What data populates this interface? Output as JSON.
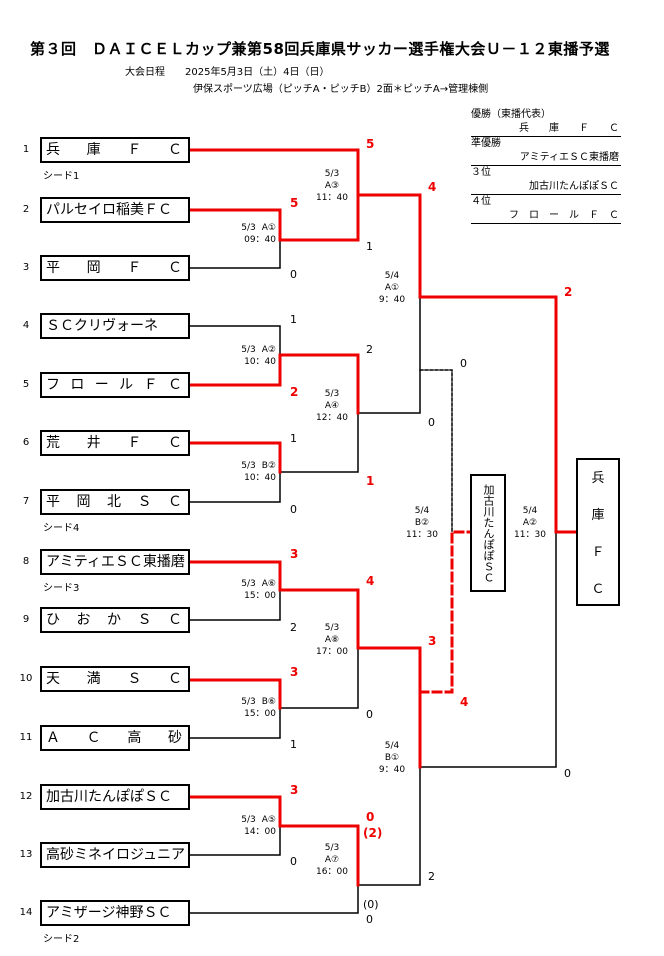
{
  "title": "第３回　ＤＡＩＣＥＬカップ兼第58回兵庫県サッカー選手権大会Ｕ－１２東播予選",
  "schedule": {
    "dates": "大会日程　　2025年5月3日（土）4日（日）",
    "venue": "伊保スポーツ広場（ピッチA・ピッチB）2面＊ピッチA→管理棟側"
  },
  "results": {
    "champion_label": "優勝（東播代表）",
    "champion": "兵　　庫　　Ｆ　　Ｃ",
    "runner_up_label": "準優勝",
    "runner_up": "アミティエＳＣ東播磨",
    "third_label": "３位",
    "third": "加古川たんぽぽＳＣ",
    "fourth_label": "４位",
    "fourth": "フ　ロ　ー　ル　Ｆ　Ｃ"
  },
  "teams": [
    {
      "no": "1",
      "name": "兵庫ＦＣ",
      "display": [
        "兵",
        "庫",
        "Ｆ",
        "Ｃ"
      ],
      "seed": "シード1"
    },
    {
      "no": "2",
      "name": "パルセイロ稲美ＦＣ",
      "display": [
        "パルセイロ稲美ＦＣ"
      ],
      "seed": ""
    },
    {
      "no": "3",
      "name": "平岡ＦＣ",
      "display": [
        "平",
        "岡",
        "Ｆ",
        "Ｃ"
      ],
      "seed": ""
    },
    {
      "no": "4",
      "name": "ＳＣクリヴォーネ",
      "display": [
        "ＳＣクリヴォーネ"
      ],
      "seed": ""
    },
    {
      "no": "5",
      "name": "フロールＦＣ",
      "display": [
        "フ",
        "ロ",
        "ー",
        "ル",
        "Ｆ",
        "Ｃ"
      ],
      "seed": ""
    },
    {
      "no": "6",
      "name": "荒井ＦＣ",
      "display": [
        "荒",
        "井",
        "Ｆ",
        "Ｃ"
      ],
      "seed": ""
    },
    {
      "no": "7",
      "name": "平岡北ＳＣ",
      "display": [
        "平",
        "岡",
        "北",
        "Ｓ",
        "Ｃ"
      ],
      "seed": "シード4"
    },
    {
      "no": "8",
      "name": "アミティエＳＣ東播磨",
      "display": [
        "アミティエＳＣ東播磨"
      ],
      "seed": "シード3"
    },
    {
      "no": "9",
      "name": "ひおかＳＣ",
      "display": [
        "ひ",
        "お",
        "か",
        "Ｓ",
        "Ｃ"
      ],
      "seed": ""
    },
    {
      "no": "10",
      "name": "天満ＳＣ",
      "display": [
        "天",
        "満",
        "Ｓ",
        "Ｃ"
      ],
      "seed": ""
    },
    {
      "no": "11",
      "name": "ＡＣ高砂",
      "display": [
        "Ａ",
        "Ｃ",
        "高",
        "砂"
      ],
      "seed": ""
    },
    {
      "no": "12",
      "name": "加古川たんぽぽＳＣ",
      "display": [
        "加古川たんぽぽＳＣ"
      ],
      "seed": ""
    },
    {
      "no": "13",
      "name": "高砂ミネイロジュニア",
      "display": [
        "高砂ミネイロジュニア"
      ],
      "seed": ""
    },
    {
      "no": "14",
      "name": "アミザージ神野ＳＣ",
      "display": [
        "アミザージ神野ＳＣ"
      ],
      "seed": "シード2"
    }
  ],
  "matches": [
    {
      "id": "r1_2_3",
      "date": "5/3",
      "court": "A①",
      "time": "09：40",
      "score_top": "5",
      "score_bottom": "0"
    },
    {
      "id": "r1_4_5",
      "date": "5/3",
      "court": "A②",
      "time": "10：40",
      "score_top": "1",
      "score_bottom": "2"
    },
    {
      "id": "r1_6_7",
      "date": "5/3",
      "court": "B②",
      "time": "10：40",
      "score_top": "1",
      "score_bottom": "0"
    },
    {
      "id": "r1_8_9",
      "date": "5/3",
      "court": "A⑥",
      "time": "15：00",
      "score_top": "3",
      "score_bottom": "2"
    },
    {
      "id": "r1_10_11",
      "date": "5/3",
      "court": "B⑥",
      "time": "15：00",
      "score_top": "3",
      "score_bottom": "1"
    },
    {
      "id": "r1_12_13",
      "date": "5/3",
      "court": "A⑤",
      "time": "14：00",
      "score_top": "3",
      "score_bottom": "0"
    },
    {
      "id": "r2_top",
      "date": "5/3",
      "court": "A③",
      "time": "11：40",
      "score_top": "5",
      "score_bottom": "1"
    },
    {
      "id": "r2_mid",
      "date": "5/3",
      "court": "A④",
      "time": "12：40",
      "score_top": "2",
      "score_bottom": "1"
    },
    {
      "id": "r2_8",
      "date": "5/3",
      "court": "A⑧",
      "time": "17：00",
      "score_top": "4",
      "score_bottom": "0"
    },
    {
      "id": "r2_bot",
      "date": "5/3",
      "court": "A⑦",
      "time": "16：00",
      "score_top": "0",
      "score_top_pk": "(2)",
      "score_bottom": "0",
      "score_bottom_pk": "(0)"
    },
    {
      "id": "sf_top",
      "date": "5/4",
      "court": "A①",
      "time": "9：40",
      "score_top": "4",
      "score_bottom": "0"
    },
    {
      "id": "sf_bot",
      "date": "5/4",
      "court": "B①",
      "time": "9：40",
      "score_top": "3",
      "score_bottom": "2"
    },
    {
      "id": "third_place",
      "date": "5/4",
      "court": "B②",
      "time": "11：30",
      "score_top": "0",
      "score_bottom": "4"
    },
    {
      "id": "final",
      "date": "5/4",
      "court": "A②",
      "time": "11：30",
      "score_top": "2",
      "score_bottom": "0"
    }
  ],
  "third_place_box": "加古川たんぽぽＳＣ",
  "champion_box": [
    "兵",
    "庫",
    "Ｆ",
    "Ｃ"
  ]
}
